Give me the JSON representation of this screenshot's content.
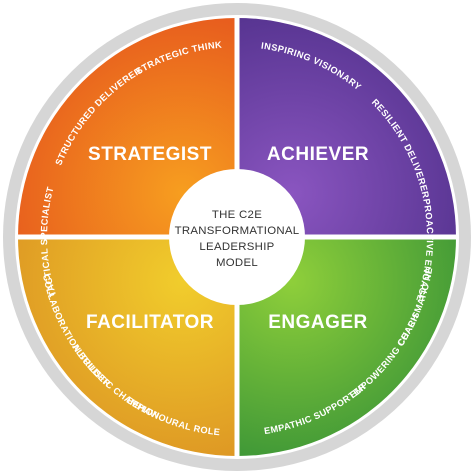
{
  "center": {
    "lines": [
      "THE C2E",
      "TRANSFORMATIONAL",
      "LEADERSHIP",
      "MODEL"
    ]
  },
  "quadrants": [
    {
      "key": "strategist",
      "title": "STRATEGIST",
      "labels": [
        "TACTICAL SPECIALIST",
        "STRUCTURED DELIVERER",
        "STRATEGIC THINKER"
      ]
    },
    {
      "key": "achiever",
      "title": "ACHIEVER",
      "labels": [
        "INSPIRING VISIONARY",
        "RESILIENT DELIVERER",
        "PROACTIVE ENGAGER"
      ]
    },
    {
      "key": "engager",
      "title": "ENGAGER",
      "labels": [
        "CHARISMATIC NETWORKER",
        "EMPOWERING COACH",
        "EMPATHIC SUPPORTER"
      ]
    },
    {
      "key": "facilitator",
      "title": "FACILITATOR",
      "labels": [
        "BEHAVIOURAL ROLE MODEL",
        "ALTRUISTIC CHAMPION",
        "COLLABORATION BUILDER"
      ]
    }
  ],
  "colors": {
    "strategist_light": "#f58a1f",
    "strategist_dark": "#e2481f",
    "achiever_light": "#7a4ab1",
    "achiever_dark": "#4b2e86",
    "engager_light": "#5fae3a",
    "engager_dark": "#2f8a34",
    "facilitator_light": "#eaba2a",
    "facilitator_dark": "#d98f22",
    "outer_ring": "#d9d9d9",
    "divider": "#ffffff"
  }
}
